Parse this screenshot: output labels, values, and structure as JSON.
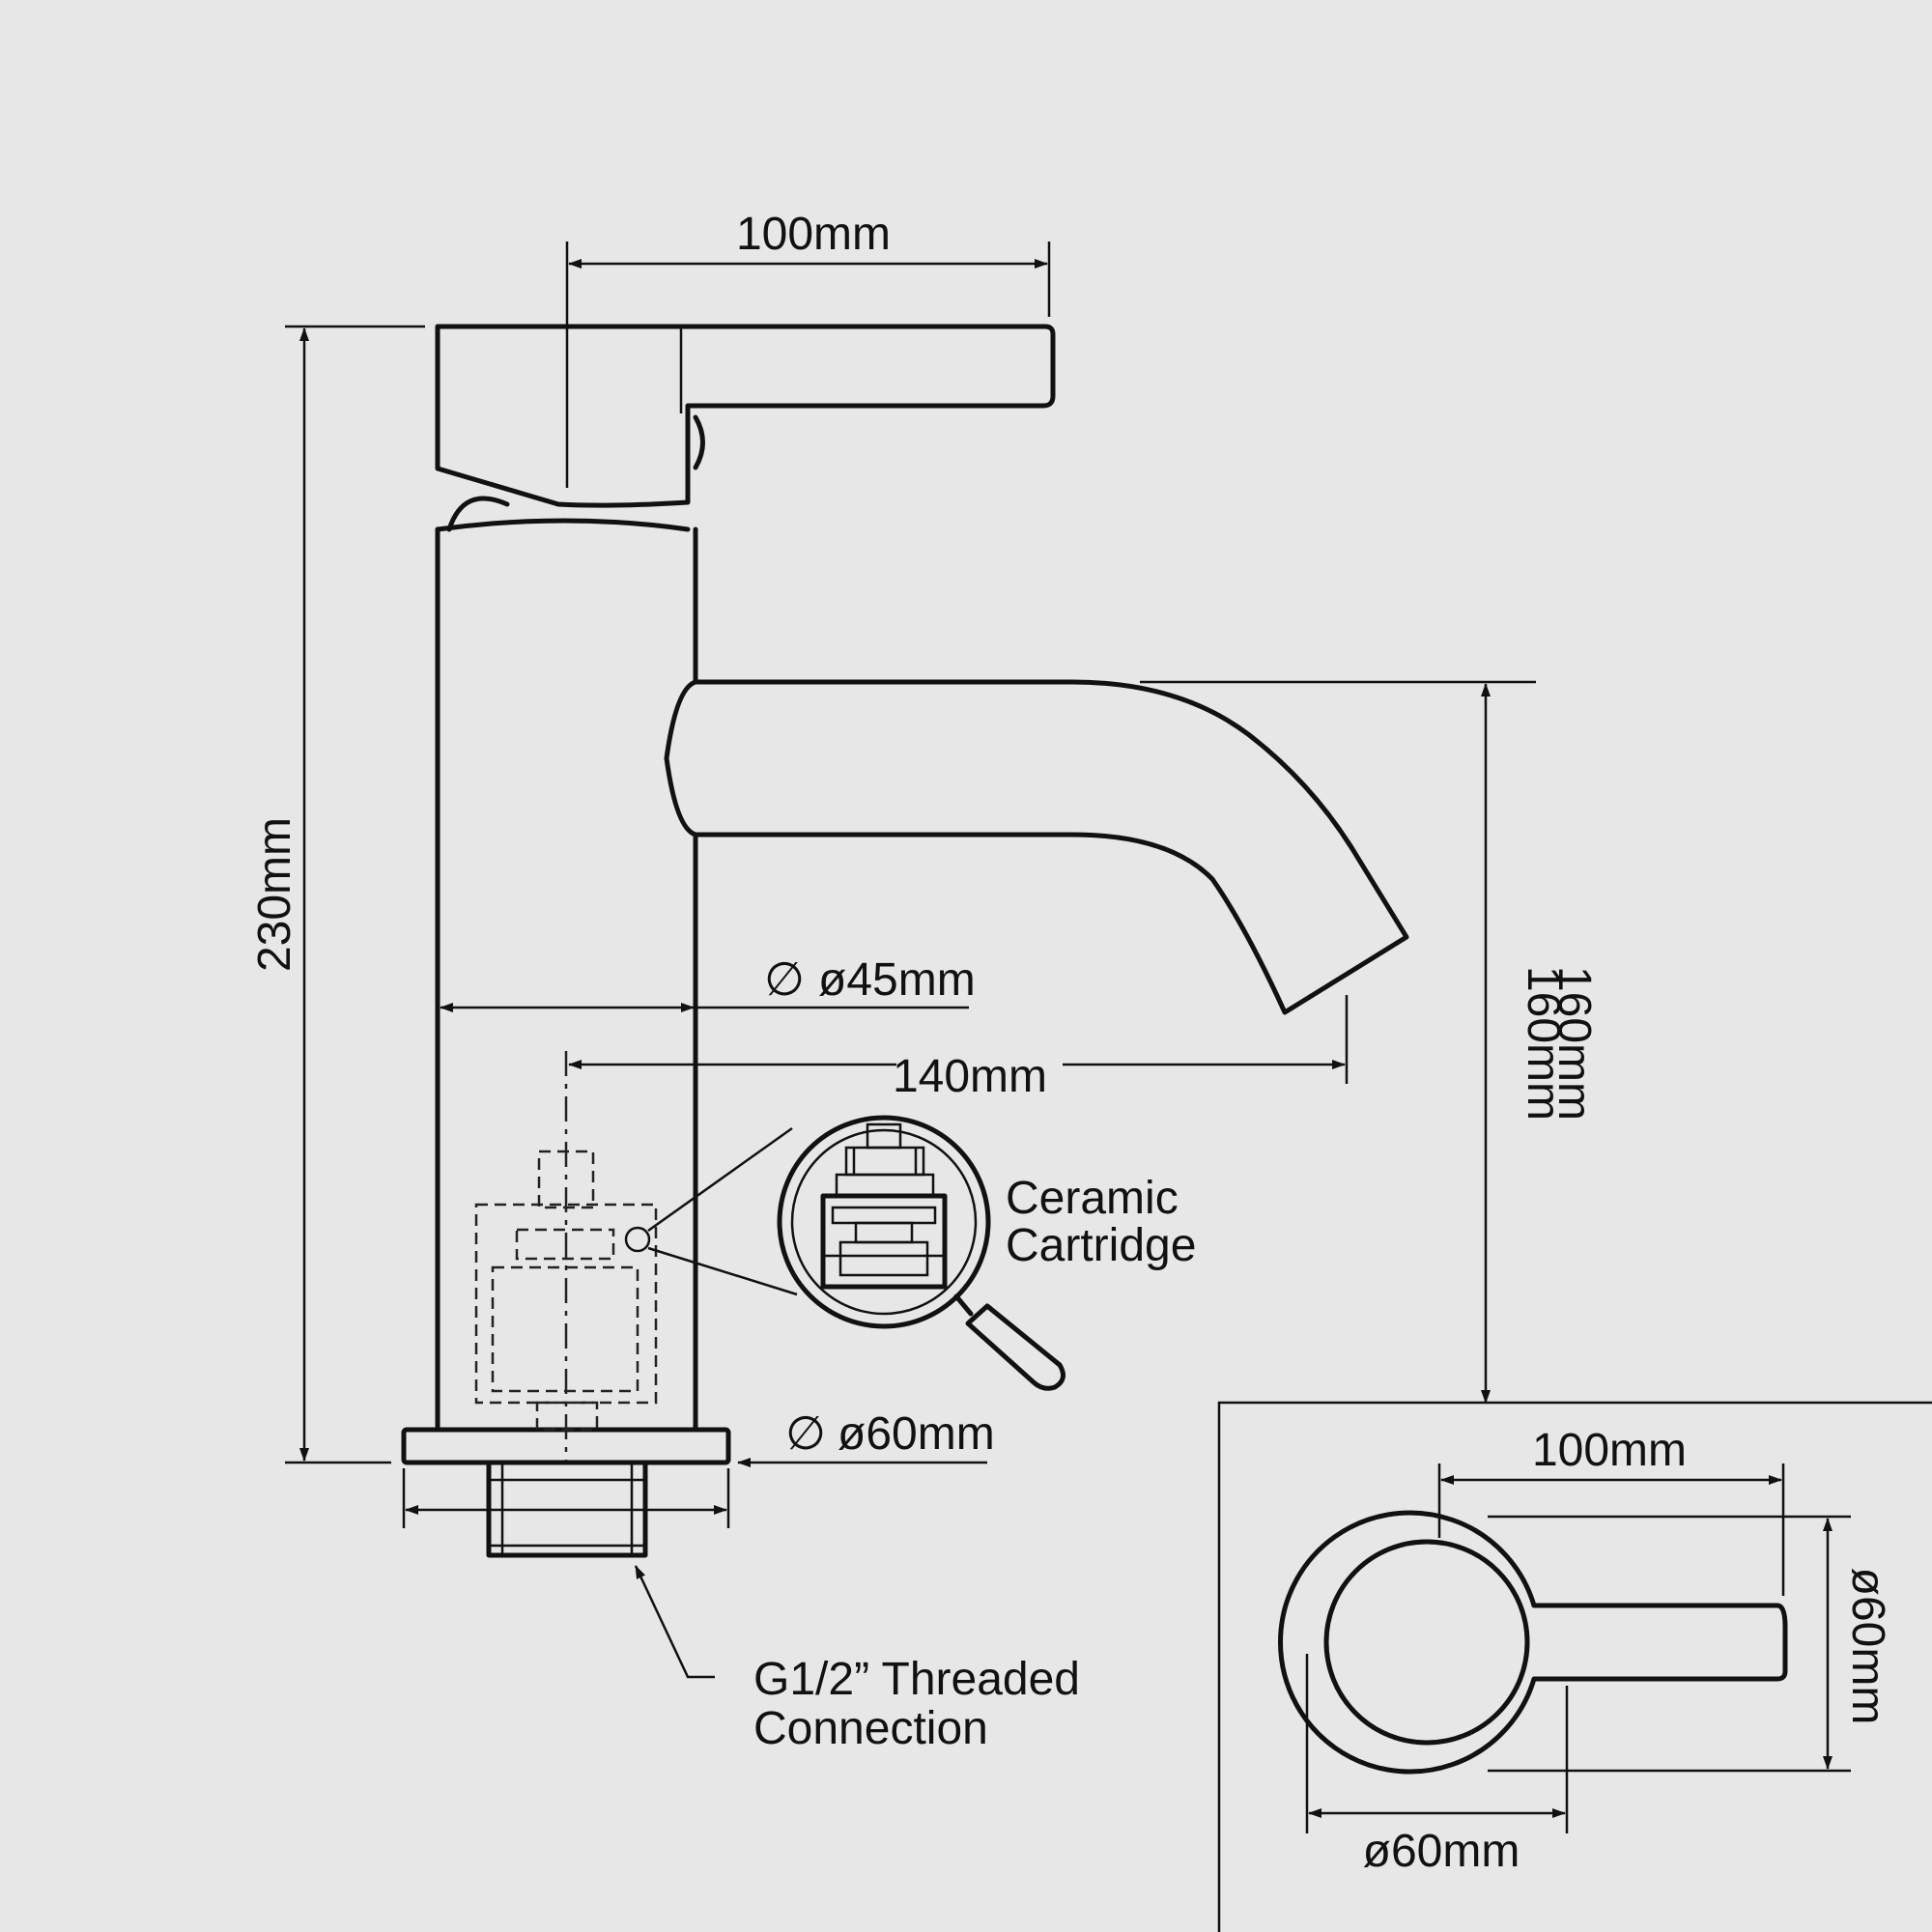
{
  "dimensions": {
    "handle_length": "100mm",
    "total_height": "230mm",
    "body_diameter": "ø45mm",
    "spout_reach": "140mm",
    "spout_height_1": "160mm",
    "spout_height_2": "160mm",
    "base_diameter": "ø60mm",
    "top_view_length": "100mm",
    "top_view_width": "ø60mm",
    "top_view_diameter": "ø60mm"
  },
  "diameter_symbol": "∅",
  "callouts": {
    "cartridge_line1": "Ceramic",
    "cartridge_line2": "Cartridge",
    "connection_line1": "G1/2” Threaded",
    "connection_line2": "Connection"
  }
}
